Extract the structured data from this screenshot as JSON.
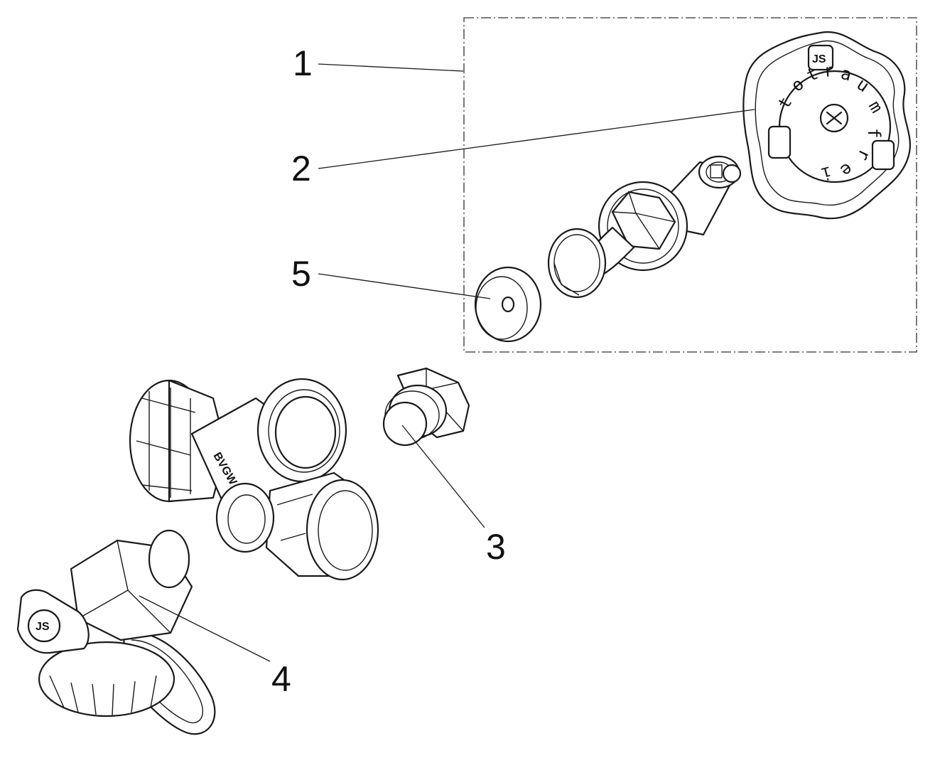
{
  "callouts": {
    "c1": "1",
    "c2": "2",
    "c3": "3",
    "c4": "4",
    "c5": "5"
  },
  "knob_text": {
    "t": "t",
    "o": "o",
    "t2": "t",
    "r": "r",
    "a": "a",
    "u": "u",
    "m": "m",
    "f": "f",
    "r2": "r",
    "e": "e",
    "i": "i"
  },
  "logo_text": "JS",
  "body_marking": "BVGW DIN"
}
